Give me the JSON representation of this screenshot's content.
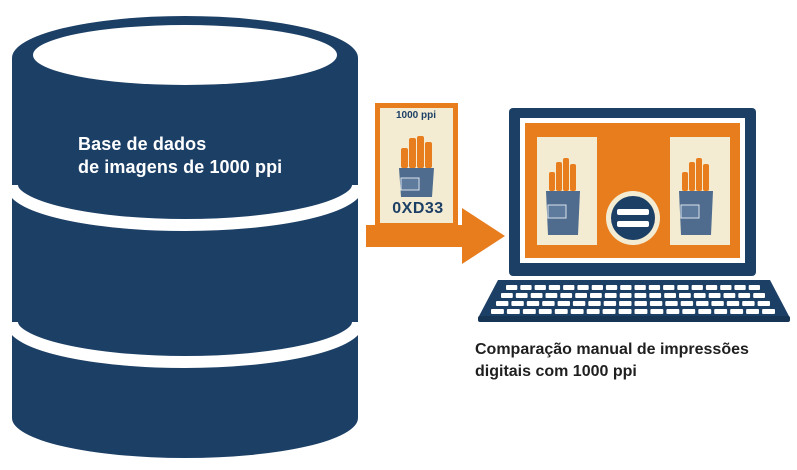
{
  "database": {
    "label_line1": "Base de dados",
    "label_line2": "de imagens de 1000 ppi"
  },
  "print_card": {
    "resolution": "1000 ppi",
    "code": "0XD33"
  },
  "laptop": {
    "caption_line1": "Comparação manual de impressões",
    "caption_line2": "digitais com 1000 ppi"
  },
  "colors": {
    "navy": "#1c3f66",
    "orange": "#e87d1e",
    "cream": "#f3ecd2",
    "gray_blue": "#4f6b8d"
  },
  "icons": [
    "database-icon",
    "fingerprint-card-icon",
    "arrow-right-icon",
    "laptop-icon",
    "hand-icon",
    "equals-icon"
  ]
}
